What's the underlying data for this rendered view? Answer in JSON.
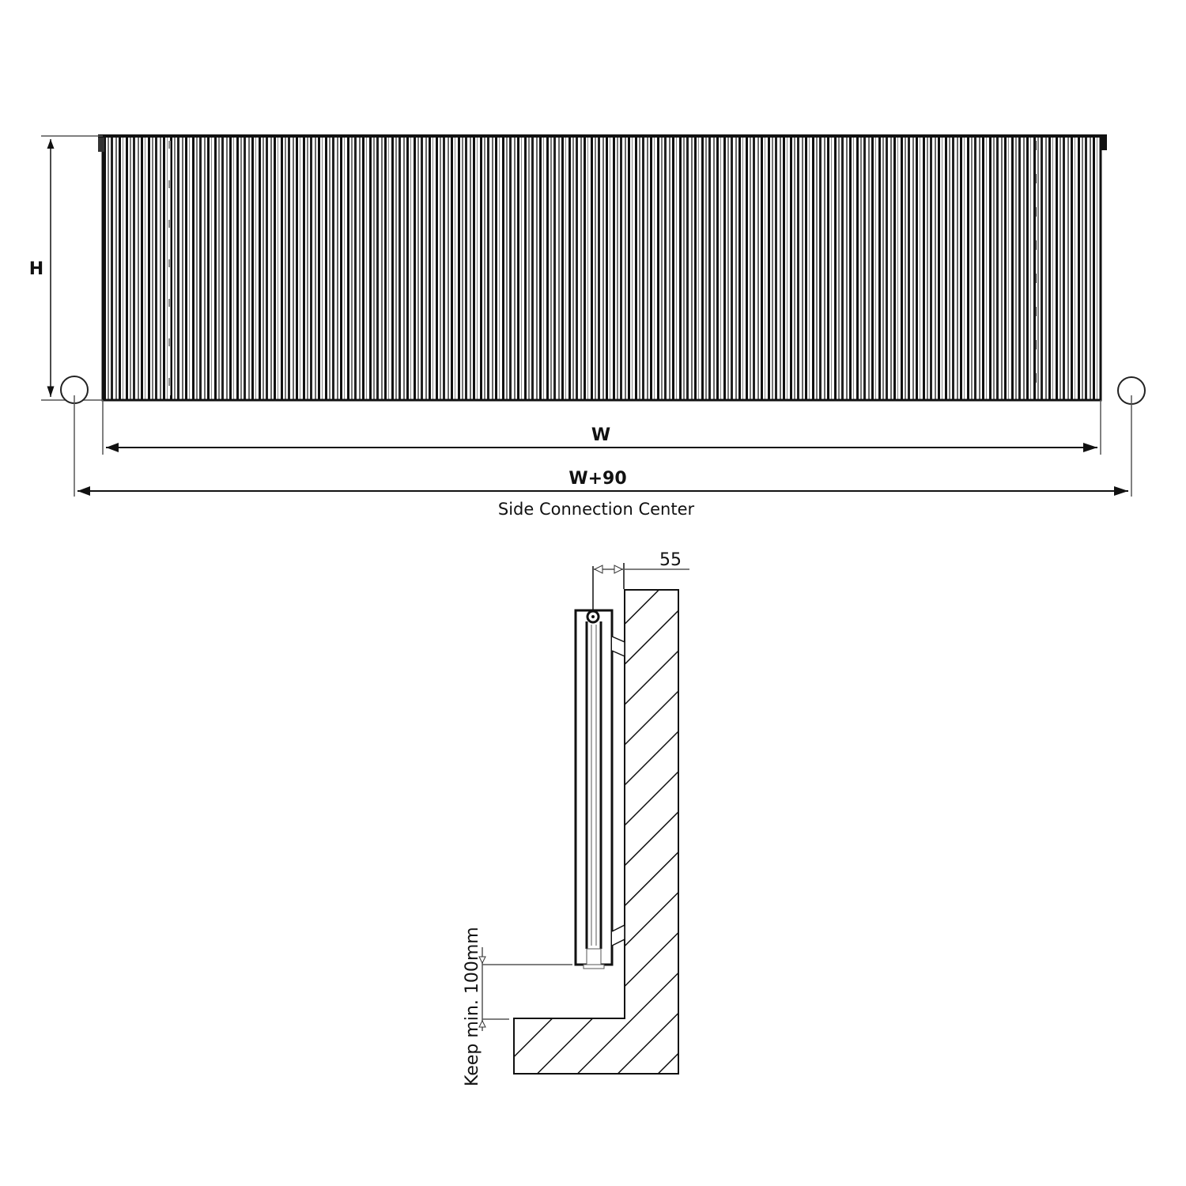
{
  "front_view": {
    "height_label": "H",
    "width_label": "W",
    "total_width_label": "W+90",
    "connection_caption": "Side Connection Center"
  },
  "side_view": {
    "wall_distance_label": "55",
    "floor_clearance_label": "Keep min. 100mm"
  },
  "colors": {
    "line": "#111111",
    "dim_line": "#555555",
    "background": "#ffffff"
  }
}
